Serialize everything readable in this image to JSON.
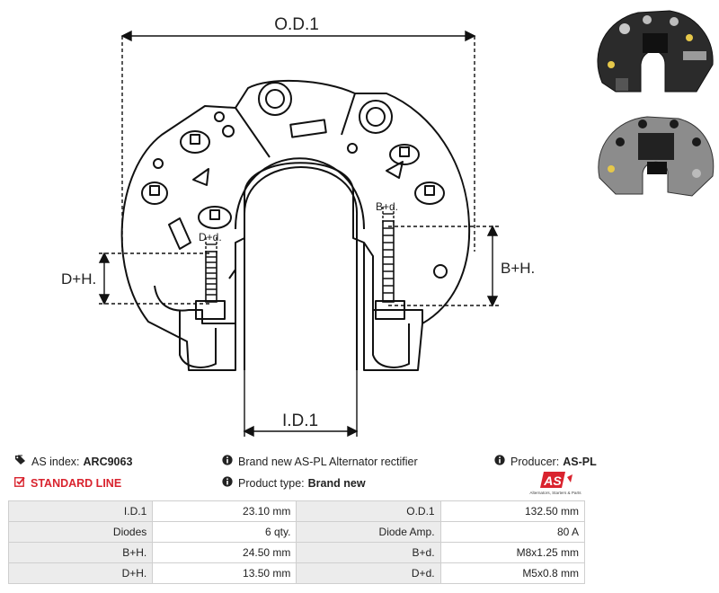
{
  "drawing": {
    "od_label": "O.D.1",
    "id_label": "I.D.1",
    "dh_label": "D+H.",
    "bh_label": "B+H.",
    "dd_label": "D+d.",
    "bd_label": "B+d."
  },
  "info": {
    "as_index_label": "AS index:",
    "as_index_value": "ARC9063",
    "standard_line": "STANDARD LINE",
    "description": "Brand new AS-PL Alternator rectifier",
    "product_type_label": "Product type:",
    "product_type_value": "Brand new",
    "producer_label": "Producer:",
    "producer_value": "AS-PL",
    "logo_text": "AS",
    "logo_tagline": "Alternators, Starters & Parts"
  },
  "specs": [
    {
      "k1": "I.D.1",
      "v1": "23.10 mm",
      "k2": "O.D.1",
      "v2": "132.50 mm"
    },
    {
      "k1": "Diodes",
      "v1": "6 qty.",
      "k2": "Diode Amp.",
      "v2": "80 A"
    },
    {
      "k1": "B+H.",
      "v1": "24.50 mm",
      "k2": "B+d.",
      "v2": "M8x1.25 mm"
    },
    {
      "k1": "D+H.",
      "v1": "13.50 mm",
      "k2": "D+d.",
      "v2": "M5x0.8 mm"
    }
  ],
  "colors": {
    "accent": "#d9232e",
    "table_key_bg": "#ececec",
    "border": "#cfcfcf"
  },
  "icons": {
    "index": "tag-icon",
    "standard": "check-square-icon",
    "info": "info-circle-icon"
  }
}
